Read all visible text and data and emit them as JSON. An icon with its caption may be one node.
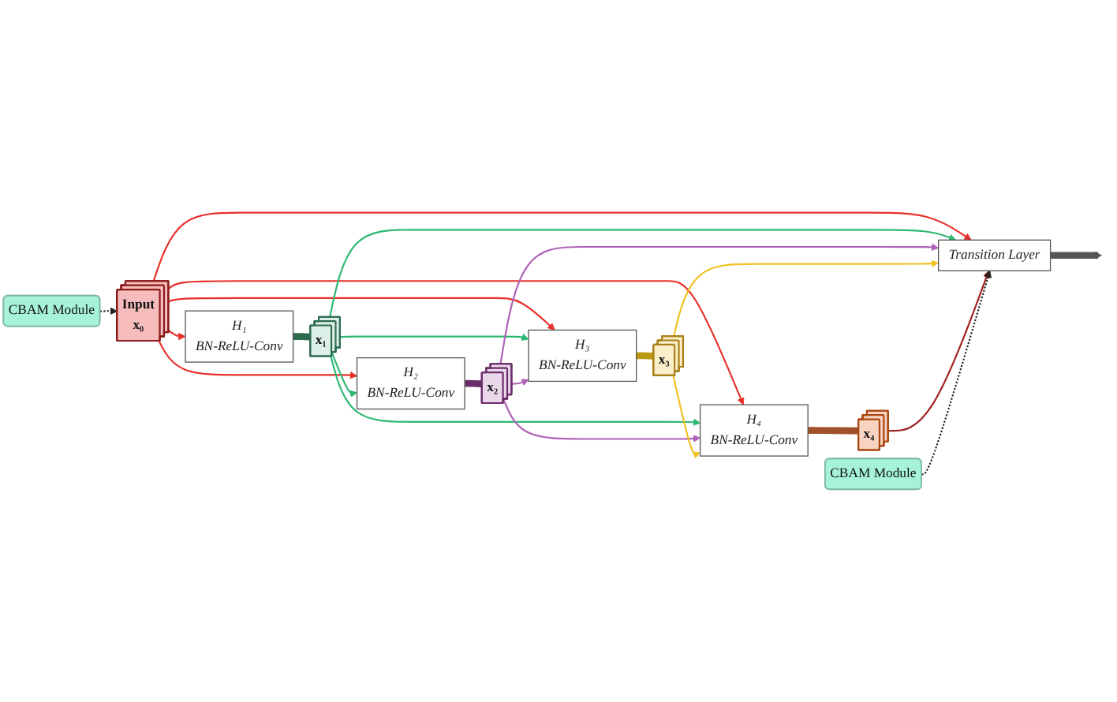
{
  "diagram": {
    "nodes": [
      {
        "text": [
          "Input",
          "x₀"
        ]
      },
      {
        "text": [
          "CBAM Module"
        ]
      },
      {
        "text": [
          "H₁",
          "BN-ReLU-Conv"
        ]
      },
      {
        "text": [
          "x₁"
        ]
      },
      {
        "text": [
          "H₂",
          "BN-ReLU-Conv"
        ]
      },
      {
        "text": [
          "x₂"
        ]
      },
      {
        "text": [
          "H₃",
          "BN-ReLU-Conv"
        ]
      },
      {
        "text": [
          "x₃"
        ]
      },
      {
        "text": [
          "H₄",
          "BN-ReLU-Conv"
        ]
      },
      {
        "text": [
          "x₄"
        ]
      },
      {
        "text": [
          "CBAM Module"
        ]
      },
      {
        "text": [
          "Transition Layer"
        ]
      }
    ],
    "edges": [
      {
        "from": 1,
        "to": 0,
        "arrow": "to",
        "style": "dashed",
        "color": "#222222"
      },
      {
        "from": 0,
        "to": 2,
        "arrow": "to",
        "color": "#e8302a"
      },
      {
        "from": 0,
        "to": 4,
        "arrow": "to",
        "color": "#e8302a"
      },
      {
        "from": 0,
        "to": 6,
        "arrow": "to",
        "color": "#e8302a"
      },
      {
        "from": 0,
        "to": 8,
        "arrow": "to",
        "color": "#e8302a"
      },
      {
        "from": 0,
        "to": 11,
        "arrow": "to",
        "color": "#e8302a"
      },
      {
        "from": 2,
        "to": 3,
        "arrow": "none",
        "style": "thick",
        "color": "#2e6b4f"
      },
      {
        "from": 3,
        "to": 4,
        "arrow": "to",
        "color": "#2cb872"
      },
      {
        "from": 3,
        "to": 6,
        "arrow": "to",
        "color": "#2cb872"
      },
      {
        "from": 3,
        "to": 8,
        "arrow": "to",
        "color": "#2cb872"
      },
      {
        "from": 3,
        "to": 11,
        "arrow": "to",
        "color": "#2cb872"
      },
      {
        "from": 4,
        "to": 5,
        "arrow": "none",
        "style": "thick",
        "color": "#6a2d6a"
      },
      {
        "from": 5,
        "to": 6,
        "arrow": "to",
        "color": "#b061b8"
      },
      {
        "from": 5,
        "to": 8,
        "arrow": "to",
        "color": "#b061b8"
      },
      {
        "from": 5,
        "to": 11,
        "arrow": "to",
        "color": "#b061b8"
      },
      {
        "from": 6,
        "to": 7,
        "arrow": "none",
        "style": "thick",
        "color": "#b89a10"
      },
      {
        "from": 7,
        "to": 8,
        "arrow": "to",
        "color": "#f0c020"
      },
      {
        "from": 7,
        "to": 11,
        "arrow": "to",
        "color": "#f0c020"
      },
      {
        "from": 8,
        "to": 9,
        "arrow": "none",
        "style": "thick",
        "color": "#a0502a"
      },
      {
        "from": 9,
        "to": 11,
        "arrow": "to",
        "color": "#a02020"
      },
      {
        "from": 10,
        "to": 11,
        "arrow": "to",
        "style": "dashed",
        "color": "#222222"
      },
      {
        "from": 11,
        "to": null,
        "arrow": "to",
        "style": "thick",
        "color": "#555555"
      }
    ]
  }
}
